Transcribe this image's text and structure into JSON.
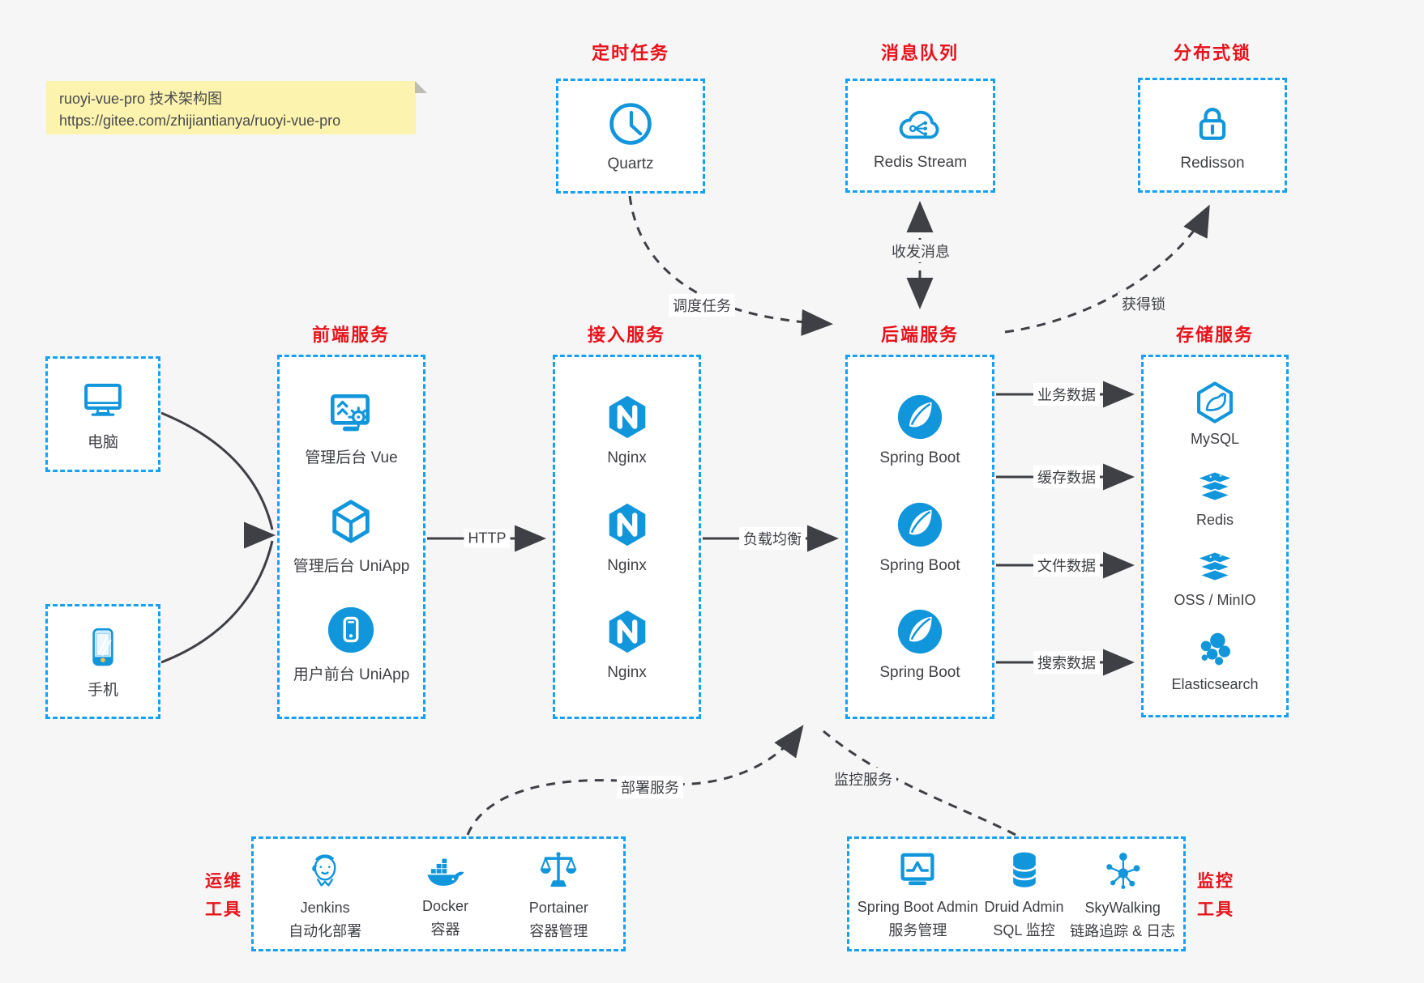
{
  "note": {
    "line1": "ruoyi-vue-pro 技术架构图",
    "line2": "https://gitee.com/zhijiantianya/ruoyi-vue-pro"
  },
  "colors": {
    "accent_blue": "#1296db",
    "border_blue": "#17a0f2",
    "title_red": "#e8121a",
    "arrow_gray": "#3f4045",
    "note_yellow": "#fbf3ae",
    "page_bg": "#f6f6f7"
  },
  "top_groups": [
    {
      "title": "定时任务",
      "item": {
        "icon": "clock-icon",
        "label": "Quartz"
      }
    },
    {
      "title": "消息队列",
      "item": {
        "icon": "cloud-stream-icon",
        "label": "Redis Stream"
      }
    },
    {
      "title": "分布式锁",
      "item": {
        "icon": "lock-icon",
        "label": "Redisson"
      }
    }
  ],
  "clients": [
    {
      "icon": "desktop-icon",
      "label": "电脑"
    },
    {
      "icon": "smartphone-icon",
      "label": "手机"
    }
  ],
  "columns": [
    {
      "title": "前端服务",
      "items": [
        {
          "icon": "admin-vue-icon",
          "label": "管理后台 Vue"
        },
        {
          "icon": "uniapp-cube-icon",
          "label": "管理后台 UniApp"
        },
        {
          "icon": "user-app-icon",
          "label": "用户前台 UniApp"
        }
      ]
    },
    {
      "title": "接入服务",
      "items": [
        {
          "icon": "nginx-icon",
          "label": "Nginx"
        },
        {
          "icon": "nginx-icon",
          "label": "Nginx"
        },
        {
          "icon": "nginx-icon",
          "label": "Nginx"
        }
      ]
    },
    {
      "title": "后端服务",
      "items": [
        {
          "icon": "spring-boot-icon",
          "label": "Spring Boot"
        },
        {
          "icon": "spring-boot-icon",
          "label": "Spring Boot"
        },
        {
          "icon": "spring-boot-icon",
          "label": "Spring Boot"
        }
      ]
    },
    {
      "title": "存储服务",
      "items": [
        {
          "icon": "mysql-icon",
          "label": "MySQL"
        },
        {
          "icon": "redis-icon",
          "label": "Redis"
        },
        {
          "icon": "oss-minio-icon",
          "label": "OSS / MinIO"
        },
        {
          "icon": "elasticsearch-icon",
          "label": "Elasticsearch"
        }
      ]
    }
  ],
  "bottom_groups": [
    {
      "title_line1": "运维",
      "title_line2": "工具",
      "items": [
        {
          "icon": "jenkins-icon",
          "label": "Jenkins",
          "sublabel": "自动化部署"
        },
        {
          "icon": "docker-icon",
          "label": "Docker",
          "sublabel": "容器"
        },
        {
          "icon": "portainer-icon",
          "label": "Portainer",
          "sublabel": "容器管理"
        }
      ]
    },
    {
      "title_line1": "监控",
      "title_line2": "工具",
      "items": [
        {
          "icon": "spring-boot-admin-icon",
          "label": "Spring Boot Admin",
          "sublabel": "服务管理"
        },
        {
          "icon": "druid-icon",
          "label": "Druid Admin",
          "sublabel": "SQL 监控"
        },
        {
          "icon": "skywalking-icon",
          "label": "SkyWalking",
          "sublabel": "链路追踪 & 日志"
        }
      ]
    }
  ],
  "edge_labels": {
    "http": "HTTP",
    "load_balance": "负载均衡",
    "schedule": "调度任务",
    "message": "收发消息",
    "lock": "获得锁",
    "business": "业务数据",
    "cache": "缓存数据",
    "file": "文件数据",
    "search": "搜索数据",
    "deploy": "部署服务",
    "monitor": "监控服务"
  }
}
